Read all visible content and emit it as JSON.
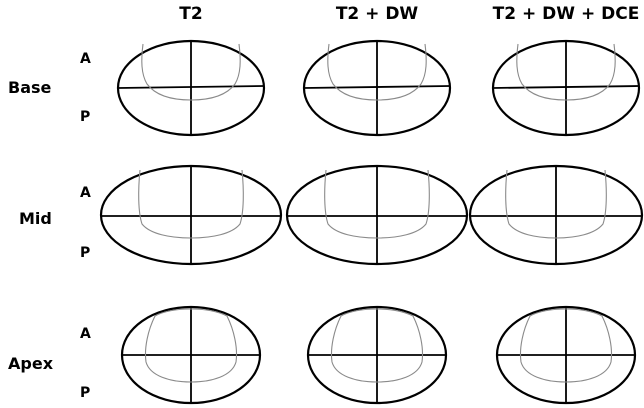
{
  "figure": {
    "column_headers": [
      "T2",
      "T2 + DW",
      "T2 + DW + DCE"
    ],
    "row_headers": [
      "Base",
      "Mid",
      "Apex"
    ],
    "side_labels": {
      "anterior": "A",
      "posterior": "P"
    },
    "colors": {
      "outline": "#000000",
      "zone_line": "#8a8a8a",
      "background": "#ffffff"
    }
  }
}
